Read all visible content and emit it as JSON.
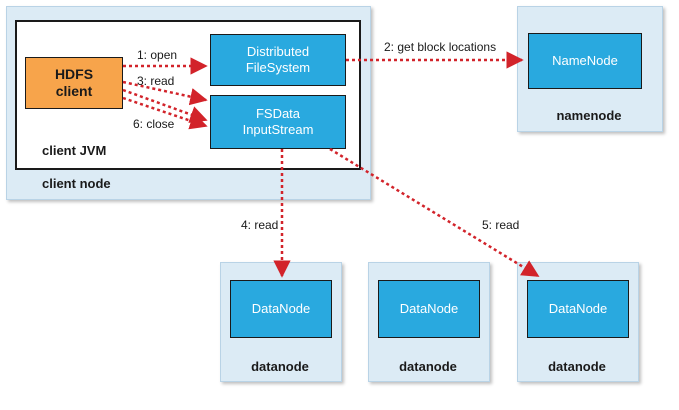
{
  "client_node": {
    "label": "client node",
    "jvm_label": "client JVM",
    "hdfs_client": {
      "line1": "HDFS",
      "line2": "client"
    },
    "dfs": {
      "line1": "Distributed",
      "line2": "FileSystem"
    },
    "fsdata": {
      "line1": "FSData",
      "line2": "InputStream"
    }
  },
  "namenode": {
    "box_label": "NameNode",
    "host_label": "namenode"
  },
  "datanodes": [
    {
      "box_label": "DataNode",
      "host_label": "datanode"
    },
    {
      "box_label": "DataNode",
      "host_label": "datanode"
    },
    {
      "box_label": "DataNode",
      "host_label": "datanode"
    }
  ],
  "arrows": {
    "open": "1: open",
    "get_block_locations": "2: get block locations",
    "read3": "3: read",
    "read4": "4: read",
    "read5": "5: read",
    "close": "6: close"
  },
  "colors": {
    "node_bg": "#dcebf5",
    "component_blue": "#29a9df",
    "client_orange": "#f7a44b",
    "arrow_red": "#d2232a"
  }
}
